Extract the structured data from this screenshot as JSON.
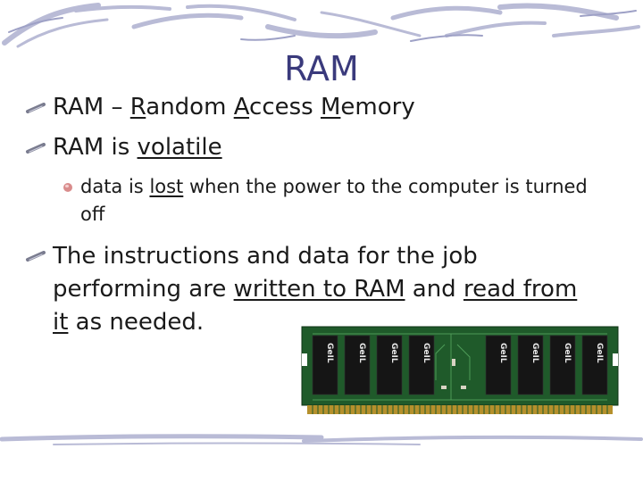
{
  "slide": {
    "title": "RAM",
    "bullet1": {
      "prefix": "RAM – ",
      "r": "R",
      "r_rest": "andom ",
      "a": "A",
      "a_rest": "ccess ",
      "m": "M",
      "m_rest": "emory"
    },
    "bullet2": {
      "prefix": "RAM is ",
      "link": "volatile"
    },
    "sub_bullet": {
      "before": "data is ",
      "link": "lost",
      "after": " when the power to the computer is turned off"
    },
    "bullet3": {
      "before": "The instructions and data for the job performing are ",
      "link1": "written to RAM",
      "mid": " and ",
      "link2": "read from it",
      "after": " as needed."
    },
    "image": {
      "chip_label": "GeIL",
      "description_icon": "ram-module-image"
    }
  },
  "colors": {
    "title": "#3a3a7c",
    "text": "#1a1a1a",
    "pcb_green": "#1f5a2a",
    "chip_black": "#151515",
    "gold": "#c9a33a"
  }
}
